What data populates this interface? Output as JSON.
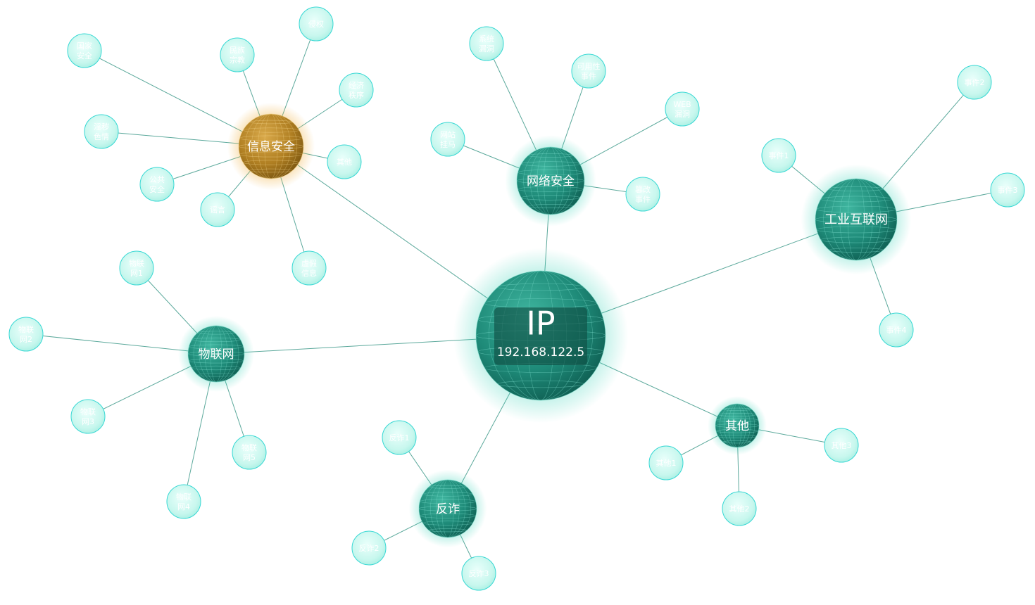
{
  "center": {
    "label": "IP",
    "value": "192.168.122.5"
  },
  "hubs": {
    "info_security": "信息安全",
    "network_security": "网络安全",
    "industrial_internet": "工业互联网",
    "iot": "物联网",
    "fraud": "反诈",
    "other": "其他"
  },
  "leaves": {
    "info_security": [
      [
        "国家",
        "安全"
      ],
      [
        "民族",
        "宗教"
      ],
      [
        "侵权"
      ],
      [
        "经济",
        "秩序"
      ],
      [
        "淫秽",
        "色情"
      ],
      [
        "其他"
      ],
      [
        "公共",
        "安全"
      ],
      [
        "谣言"
      ],
      [
        "虚假",
        "信息"
      ]
    ],
    "network_security": [
      [
        "系统",
        "漏洞"
      ],
      [
        "可用性",
        "事件"
      ],
      [
        "WEB",
        "漏洞"
      ],
      [
        "网站",
        "挂马"
      ],
      [
        "篡改",
        "事件"
      ]
    ],
    "industrial_internet": [
      [
        "事件1"
      ],
      [
        "事件2"
      ],
      [
        "事件3"
      ],
      [
        "事件4"
      ]
    ],
    "iot": [
      [
        "物联",
        "网1"
      ],
      [
        "物联",
        "网2"
      ],
      [
        "物联",
        "网3"
      ],
      [
        "物联",
        "网4"
      ],
      [
        "物联",
        "网5"
      ]
    ],
    "fraud": [
      [
        "反诈1"
      ],
      [
        "反诈2"
      ],
      [
        "反诈3"
      ]
    ],
    "other": [
      [
        "其他1"
      ],
      [
        "其他2"
      ],
      [
        "其他3"
      ]
    ]
  },
  "colors": {
    "hub": "#1e8a78",
    "hub_highlight": "#c9962e",
    "leaf_border": "#37d8d4",
    "edge": "#3f9a8a"
  }
}
